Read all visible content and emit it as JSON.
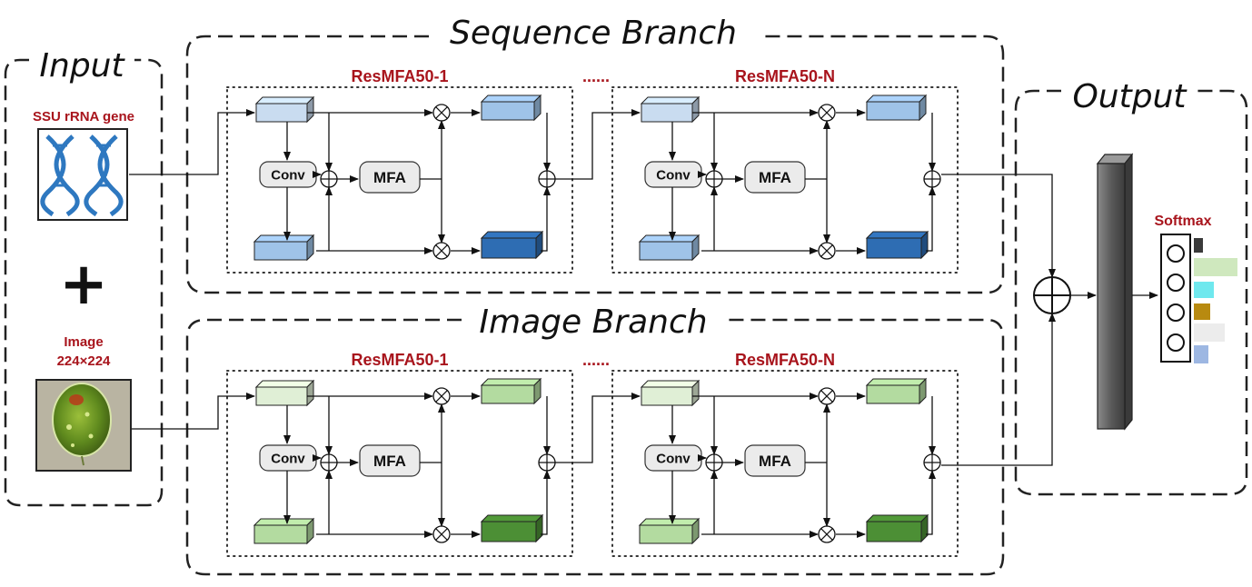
{
  "titles": {
    "input": "Input",
    "sequence_branch": "Sequence Branch",
    "image_branch": "Image Branch",
    "output": "Output"
  },
  "inputs": {
    "gene_label": "SSU rRNA gene",
    "image_label_line1": "Image",
    "image_label_line2": "224×224",
    "plus_symbol": "+"
  },
  "blocks": {
    "first_label": "ResMFA50-1",
    "last_label": "ResMFA50-N",
    "ellipsis": "......",
    "conv_label": "Conv",
    "mfa_label": "MFA"
  },
  "output": {
    "softmax_label": "Softmax"
  },
  "colors": {
    "accent_red": "#a8141c",
    "seq_light": "#c9dcf0",
    "seq_mid": "#9fc3e8",
    "seq_dark": "#2e6db3",
    "img_light": "#e0efd6",
    "img_mid": "#b3dba0",
    "img_dark": "#4c8f35",
    "fc_bar": "#5f5f5f"
  }
}
